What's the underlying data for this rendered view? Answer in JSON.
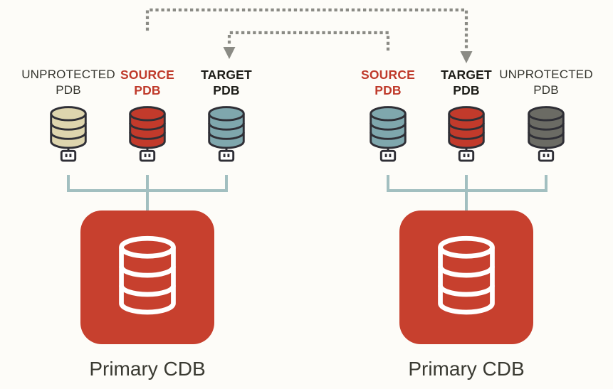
{
  "colors": {
    "background": "#fdfcf8",
    "arrow": "#8b8b85",
    "bracket": "#a2bfc0",
    "pdb_outline": "#2f2f36",
    "cdb_icon_stroke": "#ffffff",
    "cdb_label_text": "#3a3a32"
  },
  "arrows": [
    {
      "name": "left-source-to-right-target-arrow",
      "style": "dotted",
      "direction": "down-into-right-target-pdb"
    },
    {
      "name": "right-source-to-left-target-arrow",
      "style": "dotted",
      "direction": "down-into-left-target-pdb"
    }
  ],
  "groups": [
    {
      "cdb": {
        "label": "Primary CDB",
        "box_color": "#c7402e"
      },
      "pdbs": [
        {
          "line1": "UNPROTECTED",
          "line2": "PDB",
          "text_color": "#35352e",
          "icon_color": "#ded5ae"
        },
        {
          "line1": "SOURCE",
          "line2": "PDB",
          "text_color": "#bf3a2b",
          "icon_color": "#c23a2b"
        },
        {
          "line1": "TARGET",
          "line2": "PDB",
          "text_color": "#1d1d18",
          "icon_color": "#7fa7ad"
        }
      ]
    },
    {
      "cdb": {
        "label": "Primary CDB",
        "box_color": "#c7402e"
      },
      "pdbs": [
        {
          "line1": "SOURCE",
          "line2": "PDB",
          "text_color": "#bf3a2b",
          "icon_color": "#7fa7ad"
        },
        {
          "line1": "TARGET",
          "line2": "PDB",
          "text_color": "#1d1d18",
          "icon_color": "#c23a2b"
        },
        {
          "line1": "UNPROTECTED",
          "line2": "PDB",
          "text_color": "#35352e",
          "icon_color": "#6b6b64"
        }
      ]
    }
  ]
}
